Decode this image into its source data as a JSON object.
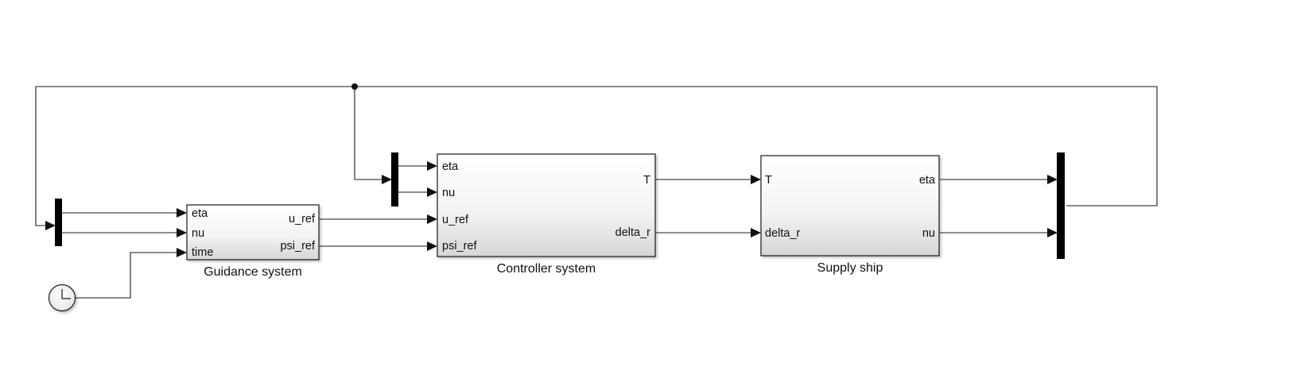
{
  "diagram": {
    "blocks": {
      "guidance": {
        "title": "Guidance system",
        "inputs": [
          "eta",
          "nu",
          "time"
        ],
        "outputs": [
          "u_ref",
          "psi_ref"
        ]
      },
      "controller": {
        "title": "Controller system",
        "inputs": [
          "eta",
          "nu",
          "u_ref",
          "psi_ref"
        ],
        "outputs": [
          "T",
          "delta_r"
        ]
      },
      "ship": {
        "title": "Supply ship",
        "inputs": [
          "T",
          "delta_r"
        ],
        "outputs": [
          "eta",
          "nu"
        ]
      }
    },
    "clock": {
      "icon": "clock-icon"
    },
    "colors": {
      "line": "#1a1a1a",
      "block_gradient_top": "#ffffff",
      "block_gradient_bottom": "#d9d9d9",
      "mux_bar": "#000000"
    }
  }
}
